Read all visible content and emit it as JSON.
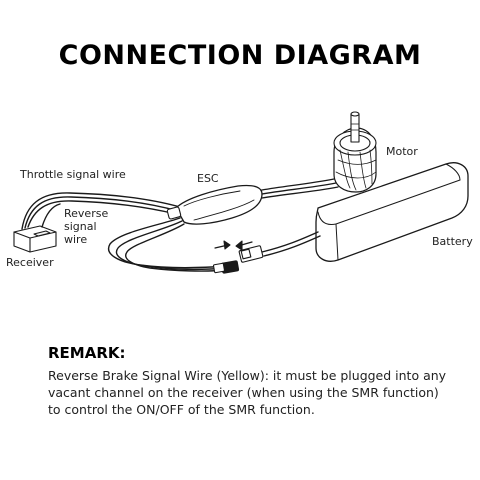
{
  "title": "CONNECTION DIAGRAM",
  "labels": {
    "throttle_signal_wire": "Throttle signal wire",
    "esc": "ESC",
    "motor": "Motor",
    "reverse_signal_wire_line1": "Reverse",
    "reverse_signal_wire_line2": "signal",
    "reverse_signal_wire_line3": "wire",
    "receiver": "Receiver",
    "battery": "Battery"
  },
  "remark": {
    "heading": "REMARK:",
    "text": "Reverse Brake Signal Wire (Yellow): it must be plugged into any vacant channel on the receiver (when using the SMR function) to control the ON/OFF of the SMR function."
  }
}
